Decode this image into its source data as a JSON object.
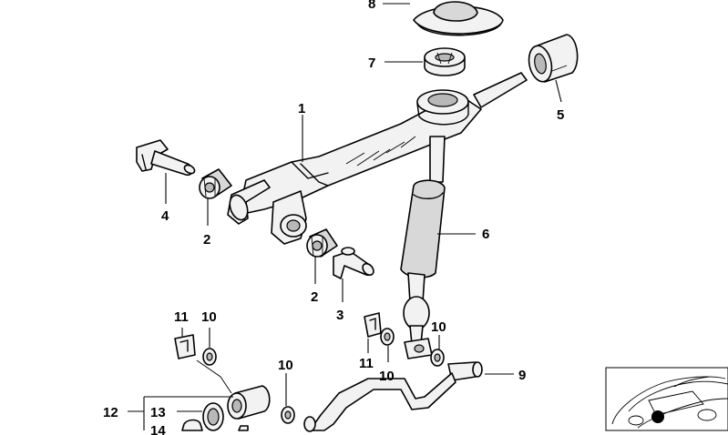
{
  "callouts": [
    {
      "id": "c1",
      "label": "1"
    },
    {
      "id": "c2a",
      "label": "2"
    },
    {
      "id": "c2b",
      "label": "2"
    },
    {
      "id": "c3",
      "label": "3"
    },
    {
      "id": "c4",
      "label": "4"
    },
    {
      "id": "c5",
      "label": "5"
    },
    {
      "id": "c6",
      "label": "6"
    },
    {
      "id": "c7",
      "label": "7"
    },
    {
      "id": "c8",
      "label": "8"
    },
    {
      "id": "c9",
      "label": "9"
    },
    {
      "id": "c10a",
      "label": "10"
    },
    {
      "id": "c10b",
      "label": "10"
    },
    {
      "id": "c10c",
      "label": "10"
    },
    {
      "id": "c10d",
      "label": "10"
    },
    {
      "id": "c11a",
      "label": "11"
    },
    {
      "id": "c11b",
      "label": "11"
    },
    {
      "id": "c12",
      "label": "12"
    },
    {
      "id": "c13",
      "label": "13"
    },
    {
      "id": "c14",
      "label": "14"
    }
  ]
}
